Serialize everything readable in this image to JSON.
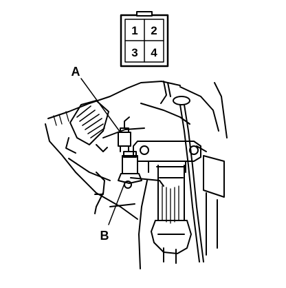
{
  "connector": {
    "pins": [
      "1",
      "2",
      "3",
      "4"
    ]
  },
  "callouts": {
    "a": "A",
    "b": "B"
  }
}
